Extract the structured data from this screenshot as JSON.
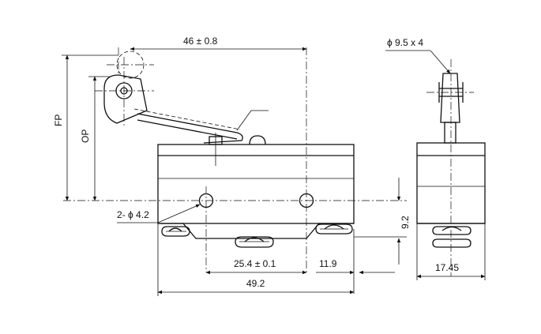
{
  "dimensions": {
    "overall_reach": "46 ± 0.8",
    "roller_size": "ϕ 9.5 x 4",
    "free_position": "FP",
    "operating_position": "OP",
    "mounting_holes": "2- ϕ 4.2",
    "hole_spacing": "25.4 ± 0.1",
    "terminal_offset": "11.9",
    "body_length": "49.2",
    "terminal_height": "9.2",
    "body_width": "17.45"
  }
}
